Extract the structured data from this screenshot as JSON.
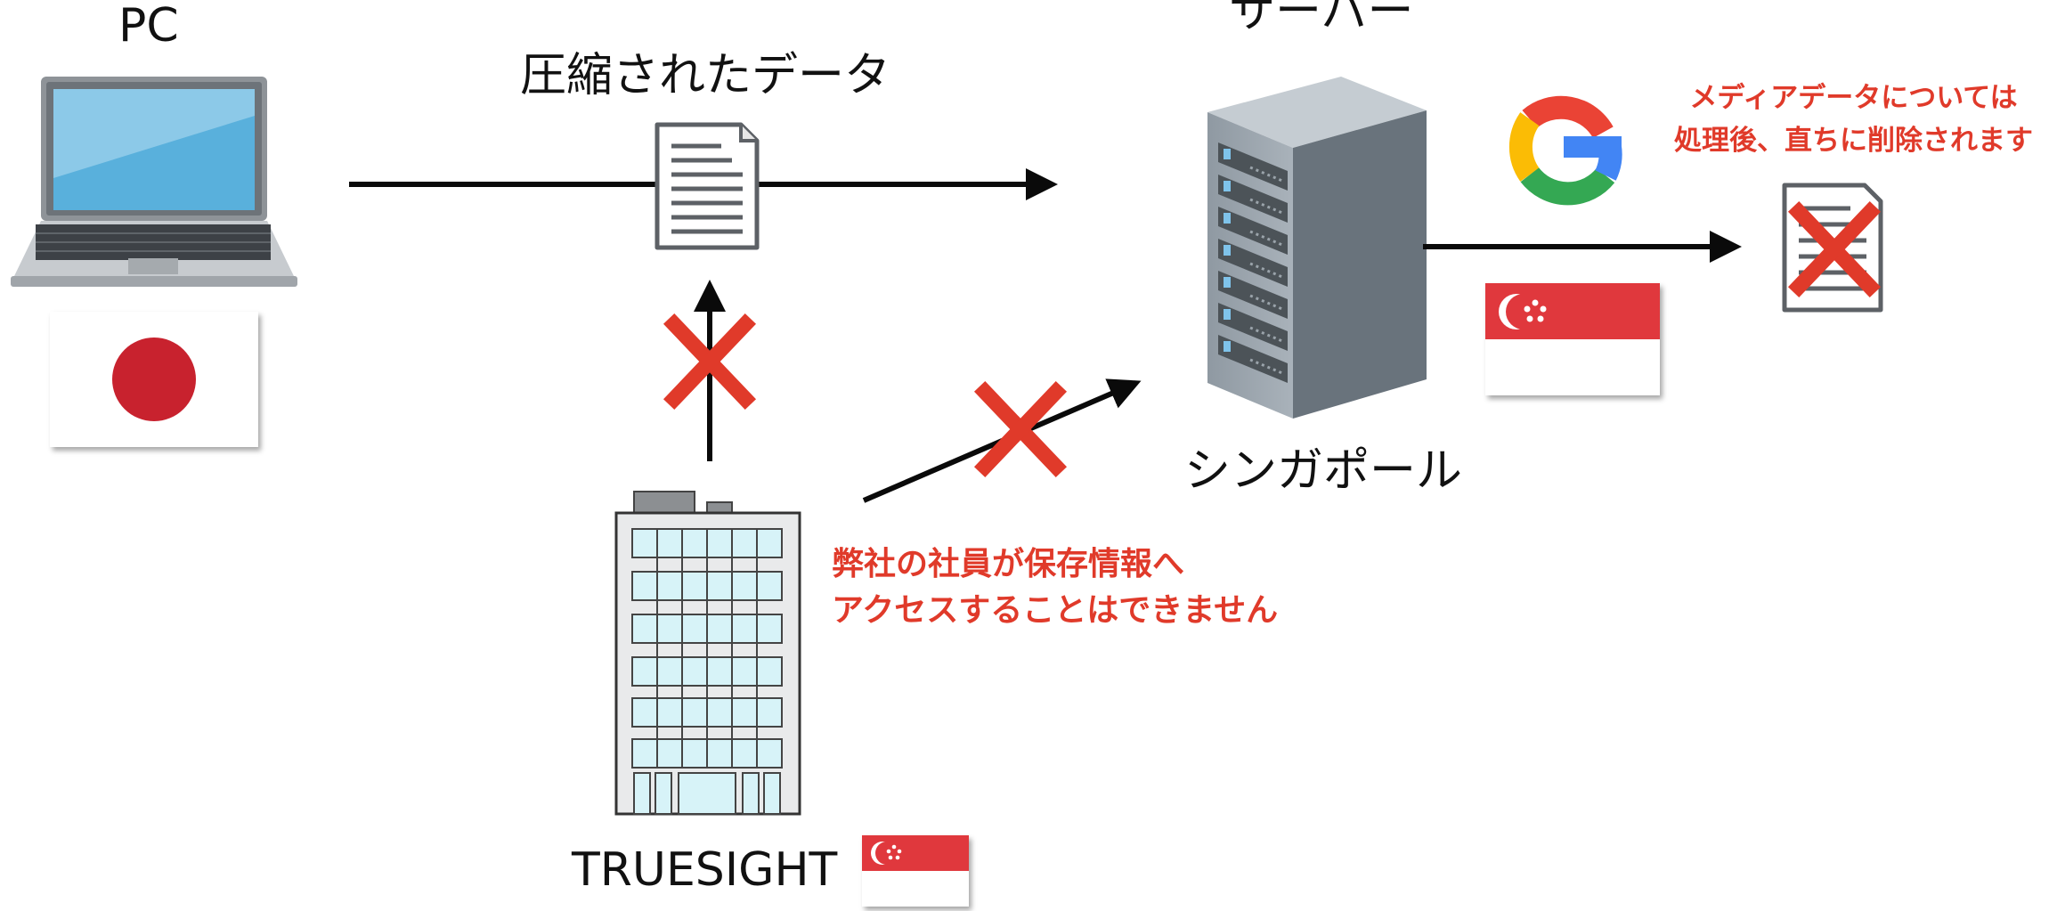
{
  "labels": {
    "pc": "PC",
    "compressed_data": "圧縮されたデータ",
    "server": "サーバー",
    "singapore": "シンガポール",
    "company": "TRUESIGHT"
  },
  "notes": {
    "employee_access": [
      "弊社の社員が保存情報へ",
      "アクセスすることはできません"
    ],
    "media_deletion": [
      "メディアデータについては",
      "処理後、直ちに削除されます"
    ]
  },
  "colors": {
    "arrow": "#0a0a0a",
    "cross": "#e03a2a",
    "note_text": "#e03a2a",
    "japan_red": "#c8202f",
    "singapore_red": "#e0393e",
    "google_blue": "#4285F4",
    "google_red": "#EA4335",
    "google_yellow": "#FBBC05",
    "google_green": "#34A853"
  },
  "icons": [
    "laptop-icon",
    "japan-flag-icon",
    "document-icon",
    "server-icon",
    "google-logo-icon",
    "singapore-flag-icon",
    "office-building-icon",
    "blocked-arrow-cross-icon",
    "deleted-document-icon"
  ]
}
